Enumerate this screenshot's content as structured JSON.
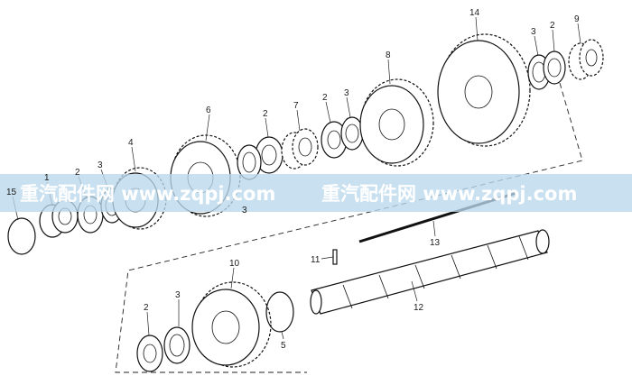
{
  "diagram": {
    "callouts": {
      "c1": "1",
      "c2a": "2",
      "c3a": "3",
      "c4": "4",
      "c15": "15",
      "c6": "6",
      "c2b": "2",
      "c3b": "3",
      "c7": "7",
      "c2c": "2",
      "c3c": "3",
      "c8": "8",
      "c14": "14",
      "c3d": "3",
      "c2d": "2",
      "c9": "9",
      "c13": "13",
      "c11": "11",
      "c12": "12",
      "c10": "10",
      "c3e": "3",
      "c2e": "2",
      "c5": "5"
    },
    "watermark": {
      "text_left": "重汽配件网 www.zqpj.com",
      "text_right": "重汽配件网 www.zqpj.com",
      "band_color": "#b9d7ea"
    },
    "colors": {
      "line": "#111111",
      "background": "#ffffff"
    }
  }
}
